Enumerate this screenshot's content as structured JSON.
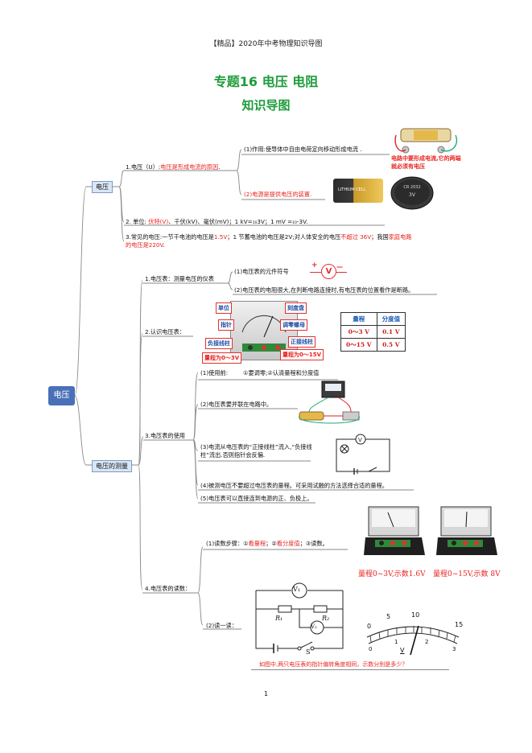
{
  "header": "【精品】2020年中考物理知识导图",
  "title": "专题16  电压     电阻",
  "subtitle": "知识导图",
  "page_number": "1",
  "root": "电压",
  "b1": {
    "label": "电压",
    "i1": {
      "pre": "1.电压（U）:",
      "red": "电压是形成电流的原因",
      "post": "."
    },
    "i1a": "(1)作用:使导体中自由电荷定向移动形成电流 .",
    "i1a_note": "电路中要形成电流,它的两端就必须有电压",
    "i1b": "(2)电源是提供电压的装置.",
    "battery_label": "LITHIUM CELL",
    "coin_model": "CR 2032",
    "coin_volt": "3V",
    "i2": {
      "a": "2. 单位: ",
      "b": "伏特(V)",
      "c": "、千伏(kV)、毫伏(mV)；1 kV=₁₀3V；1 mV =₁₀-3V."
    },
    "i3": {
      "a": "3.常见的电压:一节干电池的电压是",
      "b": "1.5V",
      "c": "；1 节蓄电池的电压是2V;对人体安全的电压",
      "d": "不超过 36V",
      "e": "；我国",
      "f": "家庭电路的电压是220V",
      "g": "."
    }
  },
  "b2": {
    "label": "电压的测量",
    "m1": "1.电压表：测量电压的仪表",
    "m1a": "(1)电压表的元件符号",
    "m1b": "(2)电压表的电阻很大,在判断电路连接时,有电压表的位置看作是断路。",
    "symbol_plus": "+",
    "symbol_minus": "—",
    "symbol_v": "V",
    "m2": "2.认识电压表：",
    "labels": [
      "单位",
      "刻度盘",
      "指针",
      "调零螺母",
      "负接线柱",
      "正接线柱",
      "量程为0～3V",
      "量程为0～15V"
    ],
    "table": [
      [
        "量程",
        "分度值"
      ],
      [
        "0～3 V",
        "0.1 V"
      ],
      [
        "0～15 V",
        "0.5 V"
      ]
    ],
    "m3": "3.电压表的使用",
    "m3a": "(1)使用前:",
    "m3a2": "①要调零;②认清量程和分度值",
    "m3b": "(2)电压表要并联在电路中。",
    "m3c": "(3)电流从电压表的“正接线柱”流入,“负接线柱”流出.否则指针会反偏.",
    "m3d": "(4)被测电压不要超过电压表的量程。可采用试触的方法选择合适的量程。",
    "m3e": "(5)电压表可以直接连到电源的正、负极上。",
    "m4": "4.电压表的读数：",
    "m4a": {
      "a": "(1)读数步骤：①",
      "b": "看量程",
      "c": "；②",
      "d": "看分度值",
      "e": "；③读数。"
    },
    "cap1": "量程0~3V,示数1.6V",
    "cap2": "量程0~15V,示数 8V",
    "m4b": "(2)读一读：",
    "circuit": {
      "v1": "V₁",
      "v2": "V₂",
      "r1": "R₁",
      "r2": "R₂",
      "s": "S"
    },
    "scale": {
      "ticks_top": [
        "0",
        "5",
        "10",
        "15"
      ],
      "ticks_bottom": [
        "0",
        "1",
        "2",
        "3"
      ],
      "unit": "V"
    },
    "question": "如图中,两只电压表的指针偏转角度相同，示数分别是多少？"
  }
}
